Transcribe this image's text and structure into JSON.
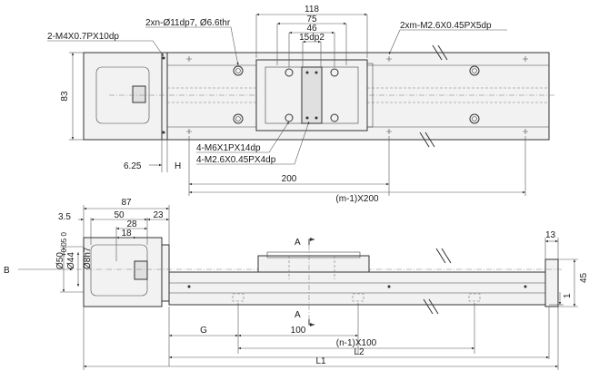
{
  "top_view": {
    "labels": {
      "tap_end": "2-M4X0.7PX10dp",
      "holes": "2xn-Ø11dp7, Ø6.6thr",
      "tap_rail": "2xm-M2.6X0.45PX5dp",
      "d118": "118",
      "d75": "75",
      "d46": "46",
      "d15": "15dp2",
      "h83": "83",
      "tap_m6": "4-M6X1PX14dp",
      "tap_m26": "4-M2.6X0.45PX4dp",
      "d625": "6.25",
      "H": "H",
      "d200": "200",
      "pitch": "(m-1)X200"
    }
  },
  "side_view": {
    "labels": {
      "d87": "87",
      "d35": "3.5",
      "d50": "50",
      "d23": "23",
      "d28": "28",
      "d18": "18",
      "B": "B",
      "dia50": "Ø50",
      "tol50": "+0.05 0",
      "dia44": "Ø44",
      "dia8": "Ø8h7",
      "A_top": "A",
      "A_bot": "A",
      "d13": "13",
      "d45": "45",
      "d1": "1",
      "G": "G",
      "d100": "100",
      "pitch": "(n-1)X100",
      "L2": "L2",
      "L1": "L1"
    }
  }
}
